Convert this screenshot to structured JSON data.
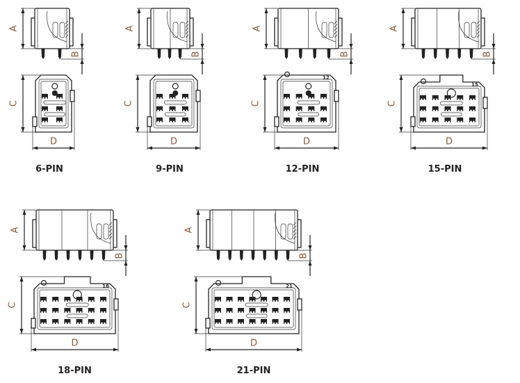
{
  "dimension_letters": {
    "a": "A",
    "b": "B",
    "c": "C",
    "d": "D"
  },
  "connectors": [
    {
      "label": "6-PIN",
      "pins": 6,
      "number_mark": ""
    },
    {
      "label": "9-PIN",
      "pins": 9,
      "number_mark": ""
    },
    {
      "label": "12-PIN",
      "pins": 12,
      "number_mark": "12"
    },
    {
      "label": "15-PIN",
      "pins": 15,
      "number_mark": "15"
    },
    {
      "label": "18-PIN",
      "pins": 18,
      "number_mark": "18"
    },
    {
      "label": "21-PIN",
      "pins": 21,
      "number_mark": "21"
    }
  ],
  "colors": {
    "line": "#222222",
    "dimension_letter": "#8a5a3a"
  }
}
